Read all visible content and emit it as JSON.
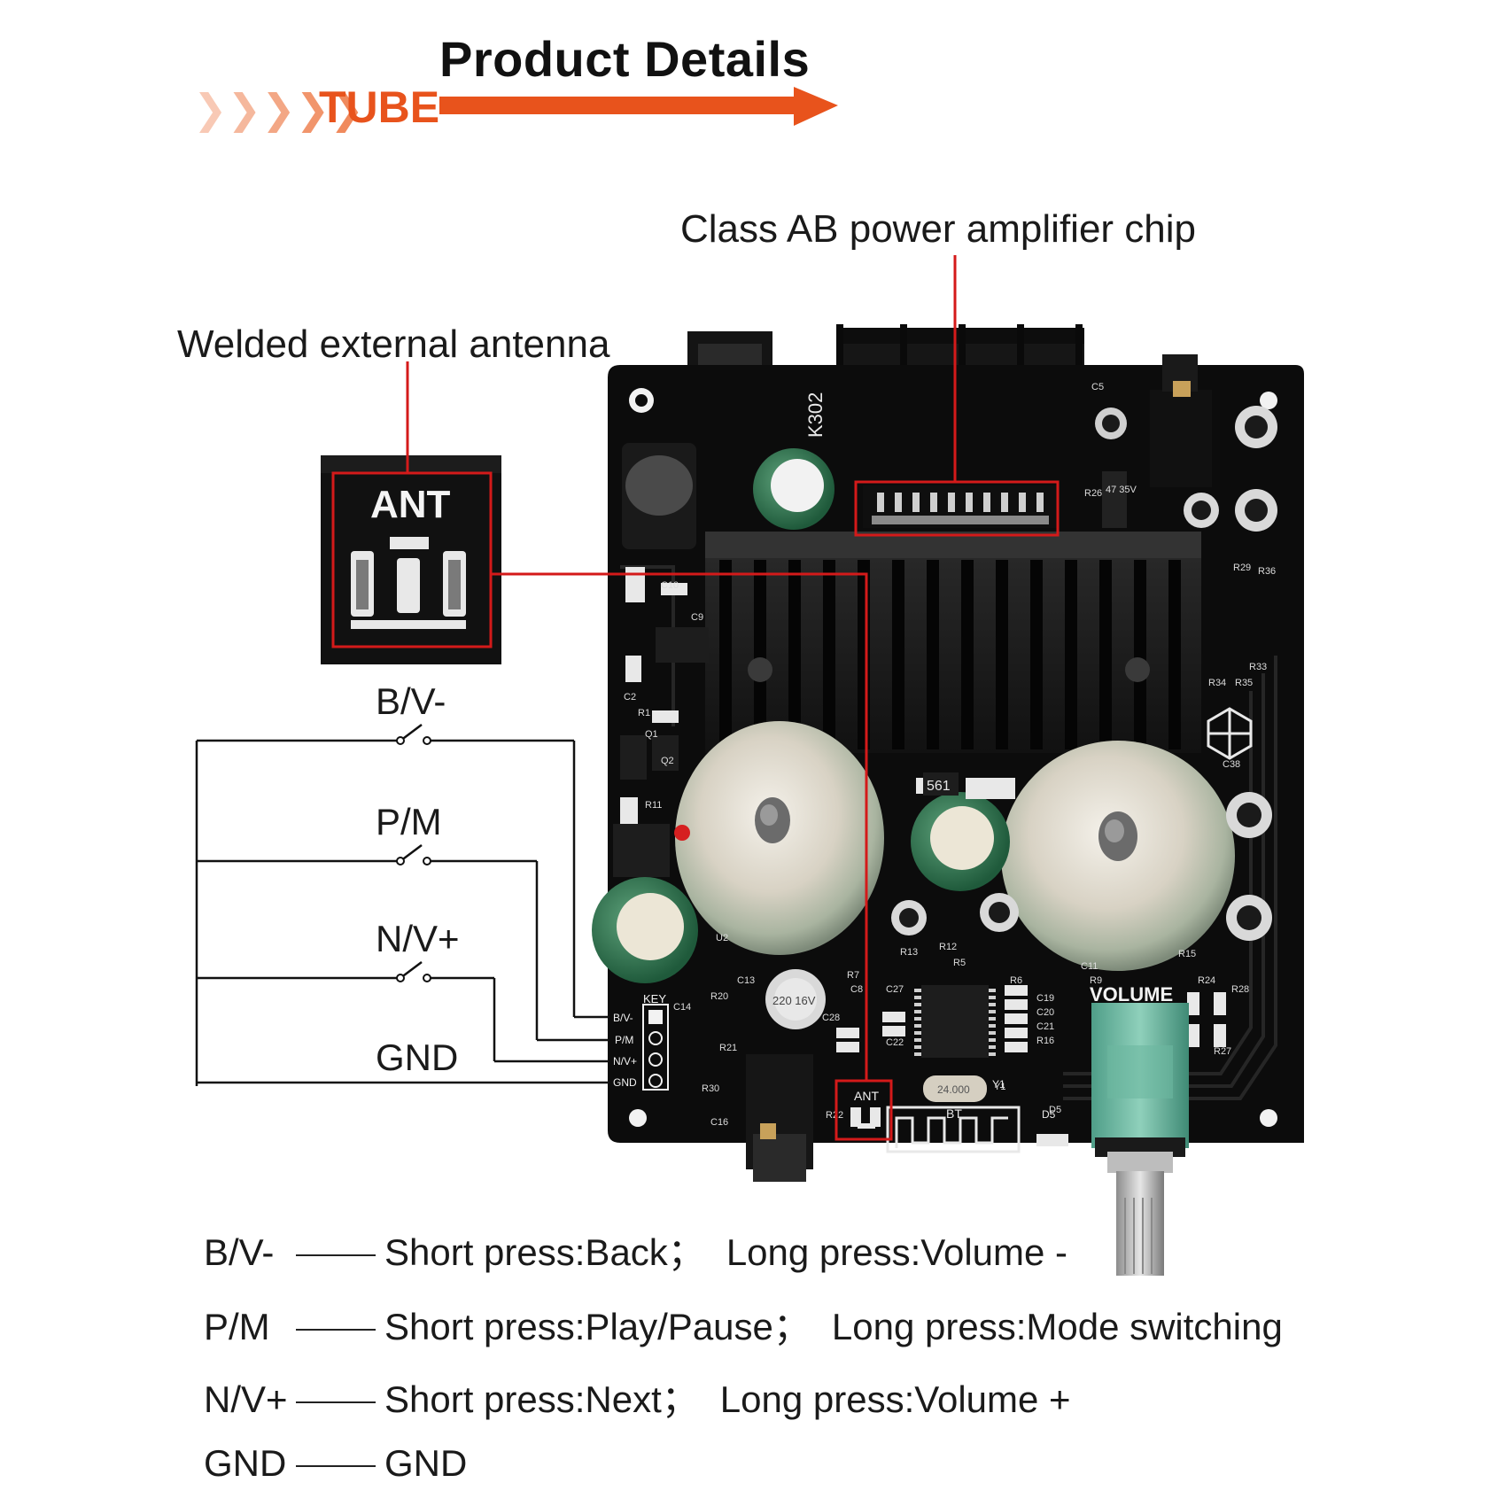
{
  "header": {
    "title": "Product Details",
    "brand": "TUBE",
    "accent_color": "#e8531c"
  },
  "callouts": {
    "antenna": "Welded external antenna",
    "chip": "Class AB power amplifier chip",
    "antenna_zoom_label": "ANT"
  },
  "switches": [
    {
      "label": "B/V-"
    },
    {
      "label": "P/M"
    },
    {
      "label": "N/V+"
    },
    {
      "label": "GND"
    }
  ],
  "board": {
    "terminal_label": "K302",
    "volume_label": "VOLUME",
    "header_title": "KEY",
    "pins": [
      "B/V-",
      "P/M",
      "N/V+",
      "GND"
    ],
    "ant_label": "ANT",
    "bt_label": "BT",
    "crystal_label": "24.000",
    "cap_a_label": "220 16V",
    "cap_b_label": "47 35V",
    "chip_label": "561",
    "small_labels": [
      "C10",
      "C9",
      "C2",
      "R1",
      "Q1",
      "Q2",
      "R11",
      "U2",
      "C13",
      "R20",
      "C14",
      "R21",
      "R30",
      "C16",
      "C28",
      "C27",
      "C22",
      "R13",
      "R12",
      "R5",
      "R6",
      "C19",
      "C20",
      "C21",
      "R16",
      "C11",
      "R9",
      "R15",
      "R24",
      "R27",
      "R28",
      "R33",
      "R34",
      "R35",
      "C38",
      "D5",
      "Y1",
      "R22",
      "C5",
      "R26",
      "R29",
      "R36",
      "C8",
      "R7"
    ]
  },
  "legend": [
    {
      "key": "B/V-",
      "short": "Short press:Back；",
      "long": "Long press:Volume -"
    },
    {
      "key": "P/M",
      "short": "Short press:Play/Pause；",
      "long": "Long press:Mode switching"
    },
    {
      "key": "N/V+",
      "short": "Short press:Next；",
      "long": "Long press:Volume +"
    },
    {
      "key": "GND",
      "short": "GND",
      "long": ""
    }
  ]
}
